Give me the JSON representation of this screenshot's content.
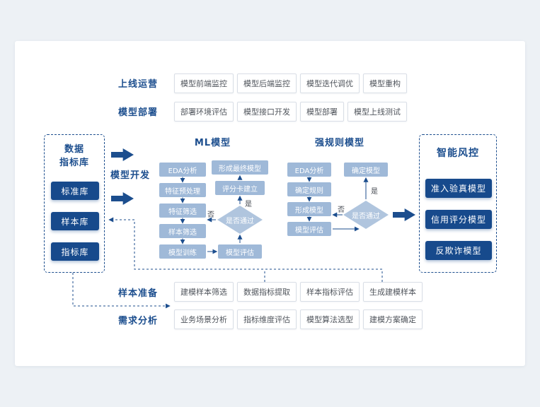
{
  "rows": {
    "online_ops": {
      "label": "上线运营",
      "boxes": [
        "模型前端监控",
        "模型后端监控",
        "模型迭代调优",
        "模型重构"
      ]
    },
    "deployment": {
      "label": "模型部署",
      "boxes": [
        "部署环境评估",
        "模型接口开发",
        "模型部署",
        "模型上线测试"
      ]
    },
    "sample_prep": {
      "label": "样本准备",
      "boxes": [
        "建模样本筛选",
        "数据指标提取",
        "样本指标评估",
        "生成建模样本"
      ]
    },
    "requirements": {
      "label": "需求分析",
      "boxes": [
        "业务场景分析",
        "指标维度评估",
        "模型算法选型",
        "建模方案确定"
      ]
    }
  },
  "data_library": {
    "title_lines": [
      "数据",
      "指标库"
    ],
    "items": [
      "标准库",
      "样本库",
      "指标库"
    ]
  },
  "risk_control": {
    "title": "智能风控",
    "items": [
      "准入验真模型",
      "信用评分模型",
      "反欺诈模型"
    ]
  },
  "model_dev_label": "模型开发",
  "ml_flow": {
    "title": "ML模型",
    "steps": [
      "EDA分析",
      "特征预处理",
      "特征筛选",
      "样本筛选",
      "模型训练"
    ],
    "final_model": "形成最终模型",
    "scorecard": "评分卡建立",
    "evaluation": "模型评估",
    "decision": "是否通过",
    "yes": "是",
    "no": "否"
  },
  "rule_flow": {
    "title": "强规则模型",
    "steps": [
      "EDA分析",
      "确定规则",
      "形成模型",
      "模型评估"
    ],
    "confirm_model": "确定模型",
    "decision": "是否通过",
    "yes": "是",
    "no": "否"
  },
  "colors": {
    "navy": "#1c4e8e",
    "node_blue": "#9fb9d8",
    "diamond_blue": "#b0c5de",
    "background": "#edf1f5"
  }
}
